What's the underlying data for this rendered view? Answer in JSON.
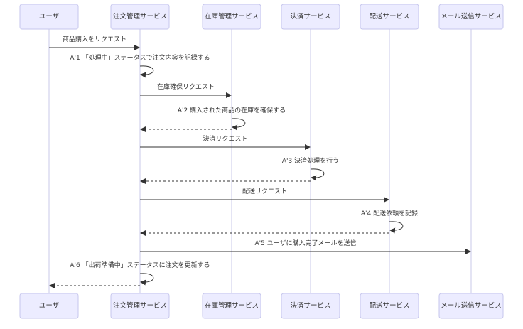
{
  "actors": [
    {
      "id": "user",
      "label": "ユーザ"
    },
    {
      "id": "order",
      "label": "注文管理サービス"
    },
    {
      "id": "stock",
      "label": "在庫管理サービス"
    },
    {
      "id": "pay",
      "label": "決済サービス"
    },
    {
      "id": "ship",
      "label": "配送サービス"
    },
    {
      "id": "mail",
      "label": "メール送信サービス"
    }
  ],
  "messages": [
    {
      "from": 0,
      "to": 1,
      "label": "商品購入をリクエスト",
      "style": "solid"
    },
    {
      "from": 1,
      "to": 1,
      "label": "A'1 「処理中」ステータスで注文内容を記録する",
      "style": "self"
    },
    {
      "from": 1,
      "to": 2,
      "label": "在庫確保リクエスト",
      "style": "solid"
    },
    {
      "from": 2,
      "to": 2,
      "label": "A'2 購入された商品の在庫を確保する",
      "style": "self"
    },
    {
      "from": 2,
      "to": 1,
      "label": "",
      "style": "dashed"
    },
    {
      "from": 1,
      "to": 3,
      "label": "決済リクエスト",
      "style": "solid"
    },
    {
      "from": 3,
      "to": 3,
      "label": "A'3 決済処理を行う",
      "style": "self"
    },
    {
      "from": 3,
      "to": 1,
      "label": "",
      "style": "dashed"
    },
    {
      "from": 1,
      "to": 4,
      "label": "配送リクエスト",
      "style": "solid"
    },
    {
      "from": 4,
      "to": 4,
      "label": "A'4 配送依頼を記録",
      "style": "self"
    },
    {
      "from": 4,
      "to": 1,
      "label": "",
      "style": "dashed"
    },
    {
      "from": 1,
      "to": 5,
      "label": "A'5 ユーザに購入完了メールを送信",
      "style": "solid"
    },
    {
      "from": 1,
      "to": 1,
      "label": "A'6 「出荷準備中」ステータスに注文を更新する",
      "style": "self"
    },
    {
      "from": 1,
      "to": 0,
      "label": "",
      "style": "dashed"
    }
  ]
}
